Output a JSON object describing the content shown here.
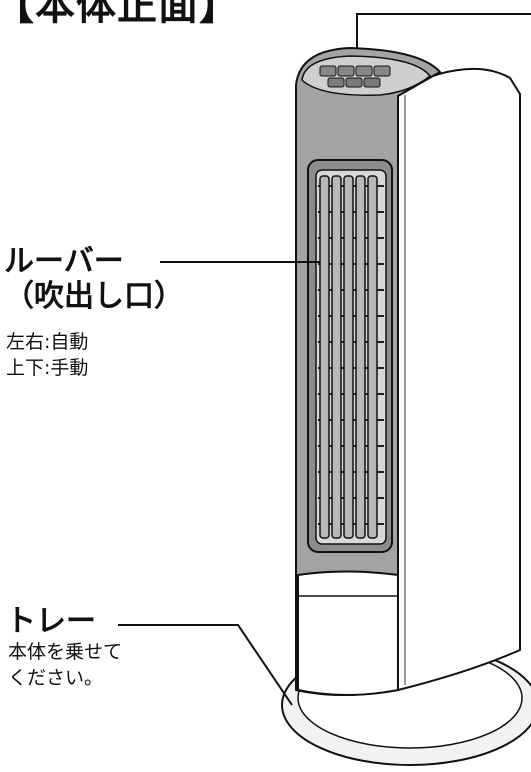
{
  "title": "【本体正面】",
  "labels": {
    "louver": {
      "heading_line1": "ルーバー",
      "heading_line2": "（吹出し口）",
      "detail_line1": "左右:自動",
      "detail_line2": "上下:手動"
    },
    "tray": {
      "heading": "トレー",
      "detail_line1": "本体を乗せて",
      "detail_line2": "ください。"
    }
  },
  "colors": {
    "line": "#111111",
    "body_gray": "#9a9a9a",
    "panel_white": "#ffffff",
    "shadow_gray": "#6e6e6e"
  }
}
